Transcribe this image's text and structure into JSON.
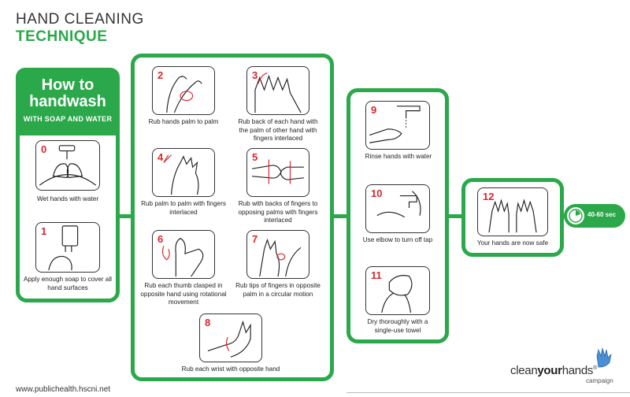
{
  "header": {
    "title_line1": "HAND CLEANING",
    "title_line2": "TECHNIQUE"
  },
  "intro": {
    "title": "How to handwash",
    "subtitle": "WITH SOAP AND WATER"
  },
  "steps": [
    {
      "num": "0",
      "caption": "Wet hands with water"
    },
    {
      "num": "1",
      "caption": "Apply enough soap to cover all hand surfaces"
    },
    {
      "num": "2",
      "caption": "Rub hands palm to palm"
    },
    {
      "num": "3",
      "caption": "Rub back of each hand with the palm of other hand with fingers interlaced"
    },
    {
      "num": "4",
      "caption": "Rub palm to palm with fingers interlaced"
    },
    {
      "num": "5",
      "caption": "Rub with backs of fingers to opposing palms with fingers interlaced"
    },
    {
      "num": "6",
      "caption": "Rub each thumb clasped in opposite hand using rotational movement"
    },
    {
      "num": "7",
      "caption": "Rub tips of fingers in opposite palm in a circular motion"
    },
    {
      "num": "8",
      "caption": "Rub each wrist with opposite hand"
    },
    {
      "num": "9",
      "caption": "Rinse hands with water"
    },
    {
      "num": "10",
      "caption": "Use elbow to turn off tap"
    },
    {
      "num": "11",
      "caption": "Dry thoroughly with a single-use towel"
    },
    {
      "num": "12",
      "caption": "Your hands are now safe"
    }
  ],
  "timer": {
    "label": "40-60 sec"
  },
  "footer": {
    "url": "www.publichealth.hscni.net"
  },
  "logo": {
    "text_a": "clean",
    "text_b": "your",
    "text_c": "hands",
    "mark": "®",
    "sub": "campaign"
  },
  "colors": {
    "brand_green": "#2aa84a",
    "step_red": "#d9262b"
  }
}
